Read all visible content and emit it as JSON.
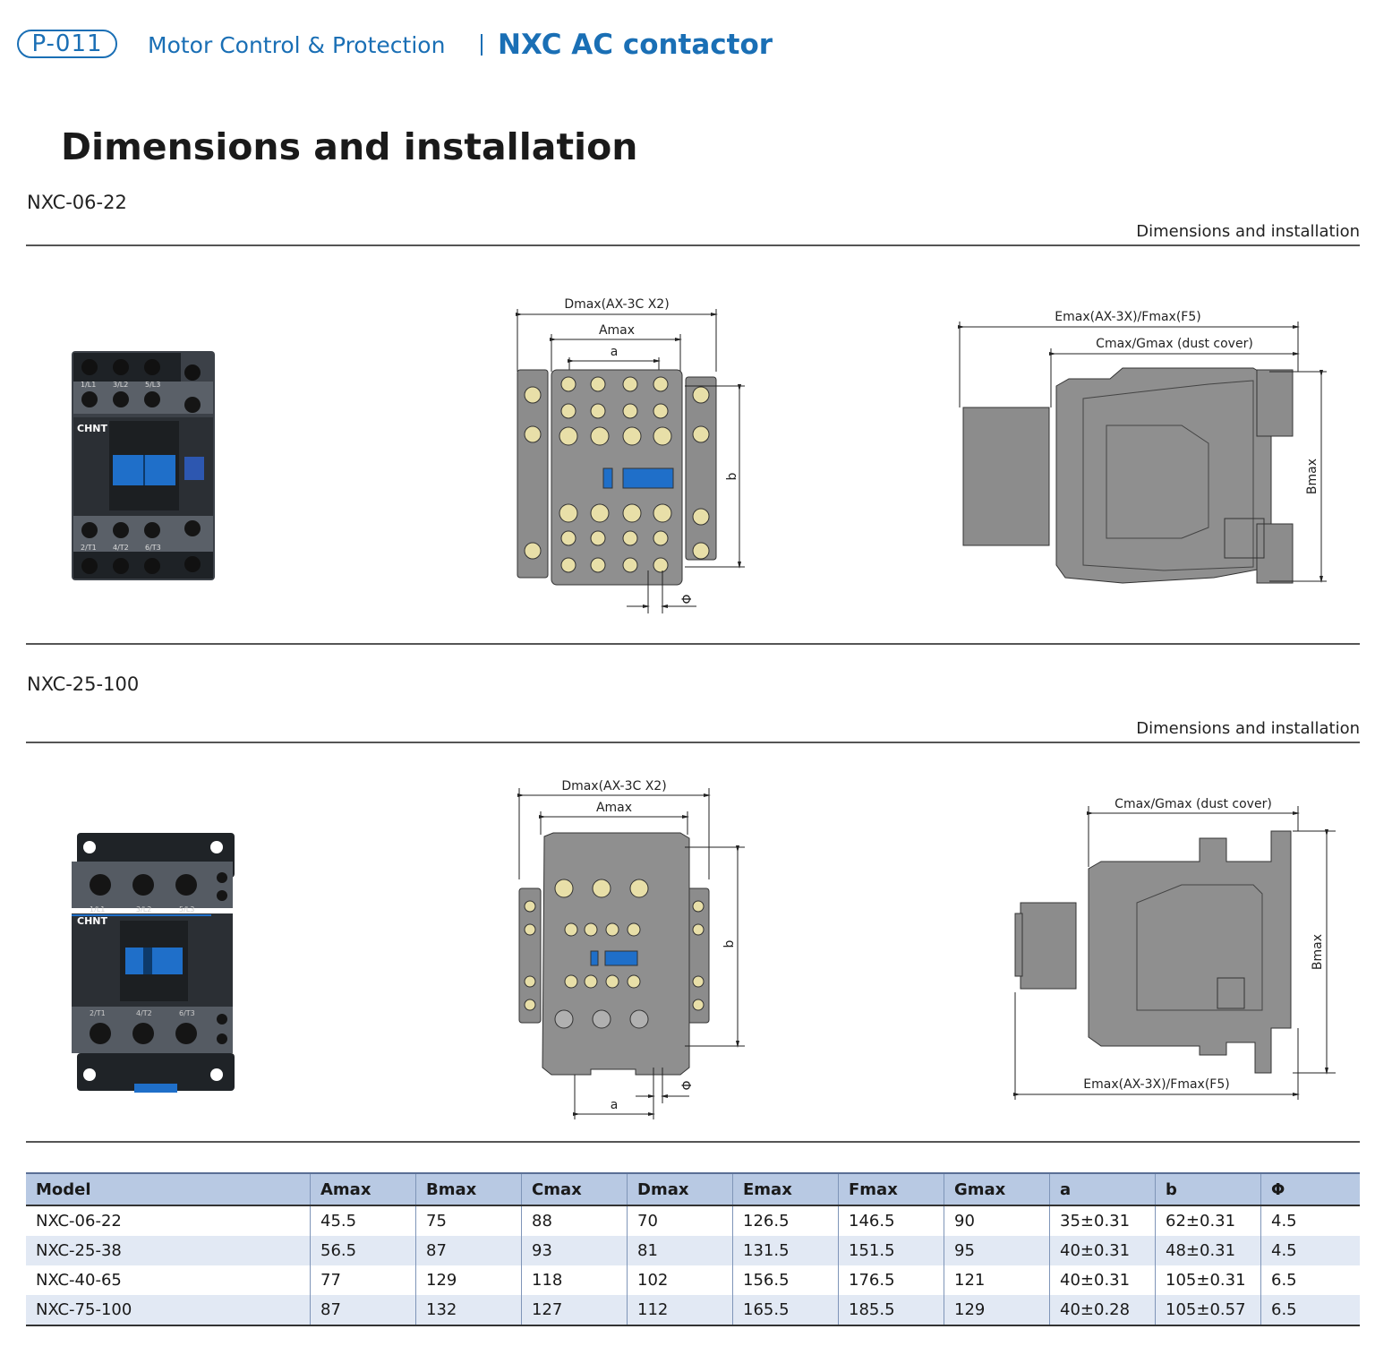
{
  "header": {
    "page_number": "P-011",
    "section": "Motor Control & Protection",
    "product": "NXC AC contactor"
  },
  "page_title": "Dimensions and installation",
  "panels": [
    {
      "model": "NXC-06-22",
      "caption": "Dimensions and installation",
      "labels": {
        "dmax": "Dmax(AX-3C X2)",
        "amax": "Amax",
        "a": "a",
        "b": "b",
        "phi": "Φ",
        "emax": "Emax(AX-3X)/Fmax(F5)",
        "cmax": "Cmax/Gmax (dust cover)",
        "bmax": "Bmax"
      },
      "photo_text": {
        "brand": "CHNT",
        "terminals_top": [
          "1/L1",
          "3/L2",
          "5/L3"
        ],
        "terminals_bottom": [
          "2/T1",
          "4/T2",
          "6/T3"
        ]
      }
    },
    {
      "model": "NXC-25-100",
      "caption": "Dimensions and installation",
      "labels": {
        "dmax": "Dmax(AX-3C X2)",
        "amax": "Amax",
        "a": "a",
        "b": "b",
        "phi": "Φ",
        "emax": "Emax(AX-3X)/Fmax(F5)",
        "cmax": "Cmax/Gmax (dust cover)",
        "bmax": "Bmax"
      },
      "photo_text": {
        "brand": "CHNT",
        "terminals_top": [
          "1/L1",
          "3/L2",
          "5/L3"
        ],
        "terminals_bottom": [
          "2/T1",
          "4/T2",
          "6/T3"
        ]
      }
    }
  ],
  "table": {
    "headers": [
      "Model",
      "Amax",
      "Bmax",
      "Cmax",
      "Dmax",
      "Emax",
      "Fmax",
      "Gmax",
      "a",
      "b",
      "Φ"
    ],
    "rows": [
      [
        "NXC-06-22",
        "45.5",
        "75",
        "88",
        "70",
        "126.5",
        "146.5",
        "90",
        "35±0.31",
        "62±0.31",
        "4.5"
      ],
      [
        "NXC-25-38",
        "56.5",
        "87",
        "93",
        "81",
        "131.5",
        "151.5",
        "95",
        "40±0.31",
        "48±0.31",
        "4.5"
      ],
      [
        "NXC-40-65",
        "77",
        "129",
        "118",
        "102",
        "156.5",
        "176.5",
        "121",
        "40±0.31",
        "105±0.31",
        "6.5"
      ],
      [
        "NXC-75-100",
        "87",
        "132",
        "127",
        "112",
        "165.5",
        "185.5",
        "129",
        "40±0.28",
        "105±0.57",
        "6.5"
      ]
    ]
  },
  "colors": {
    "accent": "#1a6fb5",
    "table_header": "#b8c9e3",
    "table_alt_row": "#e2e9f4",
    "drawing_fill": "#8c8c8c",
    "device_blue": "#1f6fc9"
  }
}
